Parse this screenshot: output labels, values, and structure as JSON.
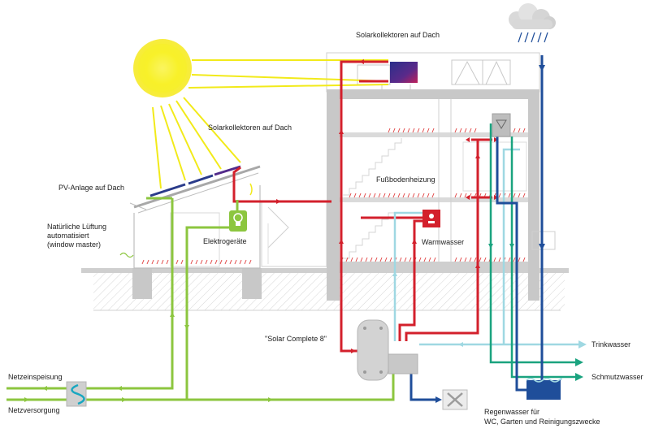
{
  "labels": {
    "roof_collectors": "Solarkollektoren auf Dach",
    "side_collectors": "Solarkollektoren auf Dach",
    "pv": "PV-Anlage auf Dach",
    "ventilation_l1": "Natürliche Lüftung",
    "ventilation_l2": "automatisiert",
    "ventilation_l3": "(window master)",
    "appliances": "Elektrogeräte",
    "floor_heating": "Fußbodenheizung",
    "hot_water": "Warmwasser",
    "storage": "\"Solar Complete 8\"",
    "drinking_water": "Trinkwasser",
    "waste_water": "Schmutzwasser",
    "grid_feed": "Netzeinspeisung",
    "grid_supply": "Netzversorgung",
    "rain_l1": "Regenwasser für",
    "rain_l2": "WC, Garten und Reinigungszwecke"
  },
  "colors": {
    "solar_heat": "#d3202c",
    "electricity": "#8cc63f",
    "rainwater": "#1f4e9a",
    "drinking_water": "#9fd8e2",
    "waste_water": "#1aa37f",
    "sun": "#f4ee1d",
    "building": "#c8c8c8"
  }
}
